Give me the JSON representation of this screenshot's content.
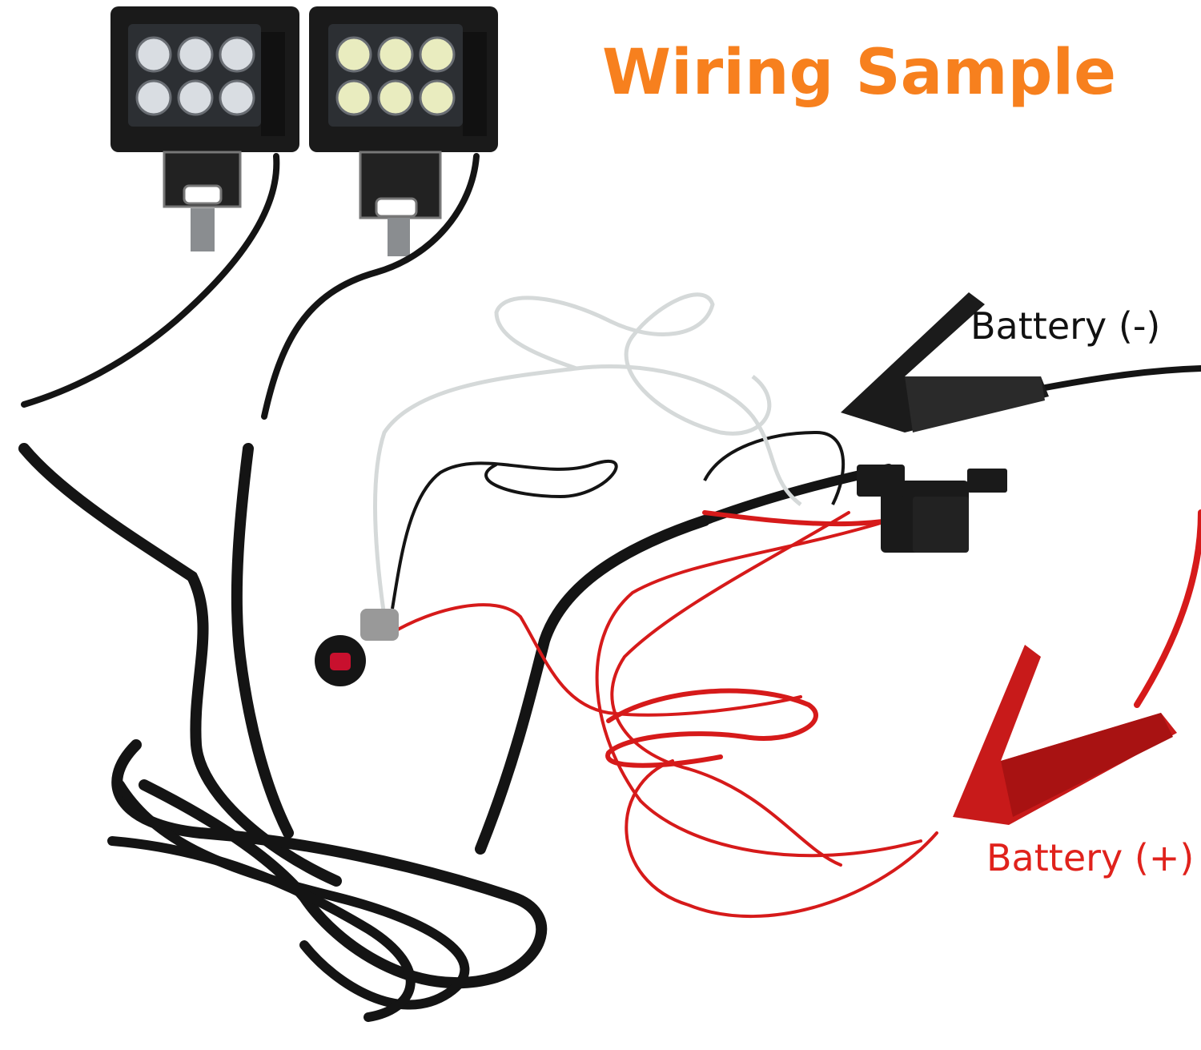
{
  "title": "Wiring Sample",
  "labels": {
    "battery_negative": "Battery (-)",
    "battery_positive": "Battery (+)"
  },
  "colors": {
    "title": "#f7801e",
    "battery_negative_label": "#111111",
    "battery_positive_label": "#e0221c",
    "black_wire": "#141414",
    "red_wire": "#d61a1a",
    "white_wire": "#e8ecec"
  },
  "components": {
    "lights": [
      "led-work-light-left",
      "led-work-light-right"
    ],
    "switch": "rocker-switch-icon",
    "relay": "relay-icon",
    "clips": [
      "negative-clamp-icon",
      "positive-clamp-icon"
    ]
  }
}
